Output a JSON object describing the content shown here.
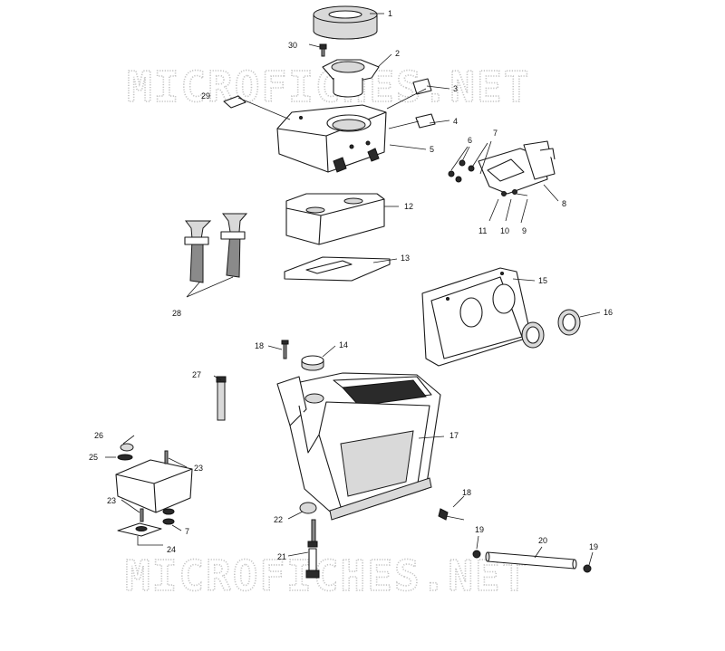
{
  "watermark": {
    "top": "MICROFICHES.NET",
    "bottom": "MICROFICHES.NET"
  },
  "callouts": {
    "c1": "1",
    "c2": "2",
    "c3": "3",
    "c4": "4",
    "c5": "5",
    "c6": "6",
    "c7": "7",
    "c8": "8",
    "c9": "9",
    "c10": "10",
    "c11": "11",
    "c12": "12",
    "c13": "13",
    "c14": "14",
    "c15": "15",
    "c16": "16",
    "c17": "17",
    "c18a": "18",
    "c18b": "18",
    "c19a": "19",
    "c19b": "19",
    "c20": "20",
    "c21": "21",
    "c22": "22",
    "c23a": "23",
    "c23b": "23",
    "c24": "24",
    "c25": "25",
    "c26": "26",
    "c27": "27",
    "c28": "28",
    "c29": "29",
    "c30": "30",
    "c7b": "7"
  }
}
